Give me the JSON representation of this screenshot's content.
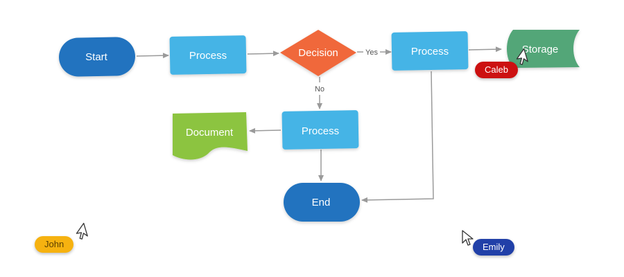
{
  "nodes": {
    "start": {
      "label": "Start",
      "color": "#2073bf"
    },
    "process1": {
      "label": "Process",
      "color": "#45b4e6"
    },
    "decision": {
      "label": "Decision",
      "color": "#f0683a"
    },
    "process2": {
      "label": "Process",
      "color": "#45b4e6"
    },
    "storage": {
      "label": "Storage",
      "color": "#52a678"
    },
    "process3": {
      "label": "Process",
      "color": "#45b4e6"
    },
    "document": {
      "label": "Document",
      "color": "#8cc43f"
    },
    "end": {
      "label": "End",
      "color": "#2073bf"
    }
  },
  "edges": {
    "yes_label": "Yes",
    "no_label": "No",
    "color": "#9a9a9a"
  },
  "cursors": {
    "caleb": {
      "name": "Caleb",
      "color": "#cc1111",
      "icon": "mouse-pointer-icon"
    },
    "john": {
      "name": "John",
      "color": "#f6b210",
      "icon": "mouse-pointer-icon"
    },
    "emily": {
      "name": "Emily",
      "color": "#2140a8",
      "icon": "mouse-pointer-icon"
    }
  }
}
